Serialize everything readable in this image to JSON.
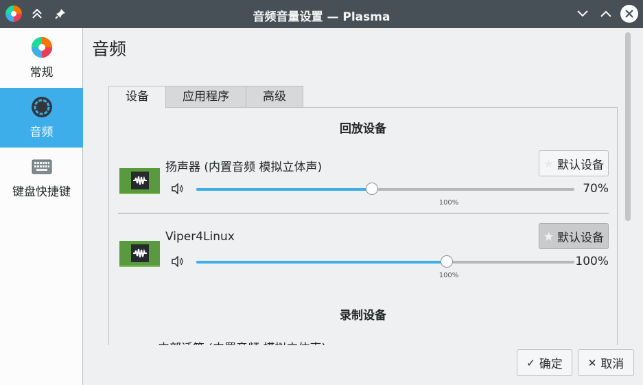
{
  "window": {
    "title": "音频音量设置 — Plasma"
  },
  "sidebar": {
    "items": [
      {
        "label": "常规",
        "icon": "plasma-icon",
        "active": false
      },
      {
        "label": "音频",
        "icon": "audio-ring-icon",
        "active": true
      },
      {
        "label": "键盘快捷键",
        "icon": "keyboard-icon",
        "active": false
      }
    ]
  },
  "page": {
    "title": "音频"
  },
  "tabs": [
    {
      "label": "设备",
      "active": true
    },
    {
      "label": "应用程序",
      "active": false
    },
    {
      "label": "高级",
      "active": false
    }
  ],
  "playback": {
    "title": "回放设备",
    "devices": [
      {
        "name": "扬声器 (内置音频 模拟立体声)",
        "default_label": "默认设备",
        "is_default": false,
        "volume": 70,
        "volume_text": "70%",
        "mark_text": "100%"
      },
      {
        "name": "Viper4Linux",
        "default_label": "默认设备",
        "is_default": true,
        "volume": 100,
        "volume_text": "100%",
        "mark_text": "100%"
      }
    ]
  },
  "recording": {
    "title": "录制设备",
    "partial_device": "内部话筒 (内置音频 模拟立体声)"
  },
  "footer": {
    "ok_label": "确定",
    "cancel_label": "取消"
  },
  "colors": {
    "titlebar": "#475057",
    "accent": "#3daee9",
    "device_icon": "#5a9a3f"
  }
}
